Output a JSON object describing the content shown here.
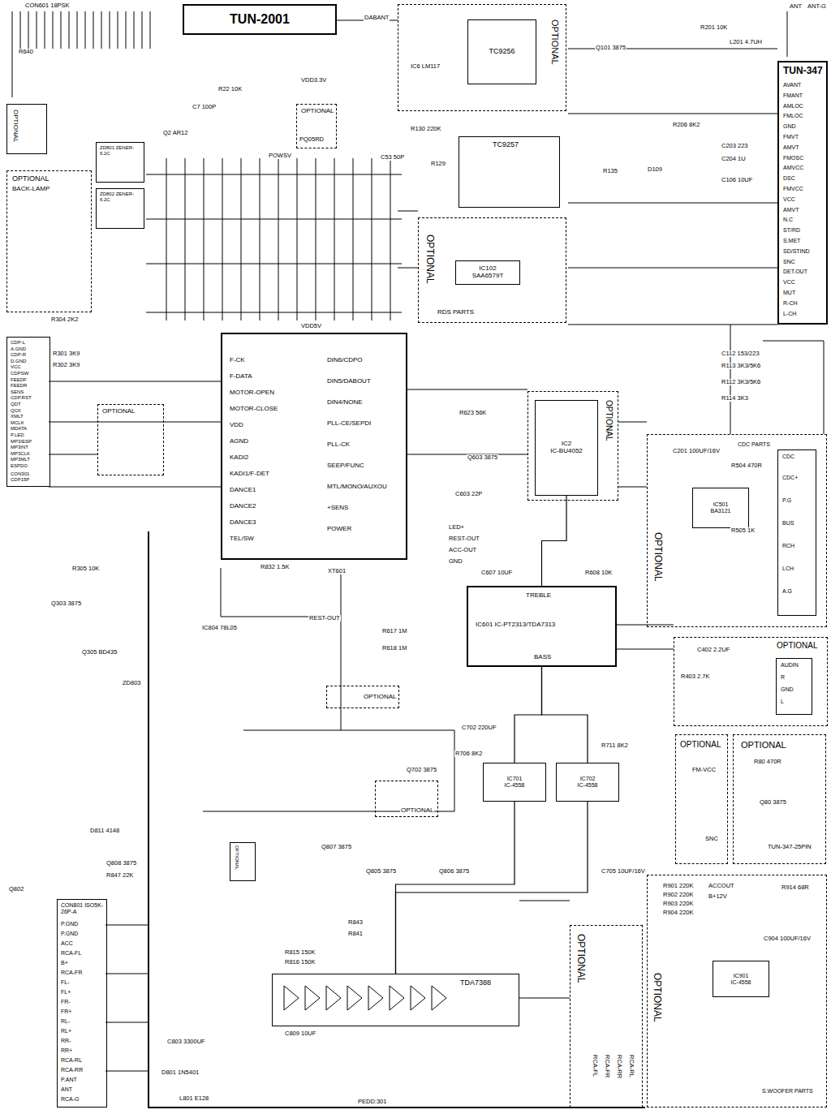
{
  "diagram": {
    "nodes": [
      {
        "text": [
          "TUN-2001"
        ]
      },
      {
        "text": [
          "OPTIONAL"
        ]
      },
      {
        "text": [
          "TC9256"
        ],
        "in": 1
      },
      {
        "text": [
          "TC9257"
        ]
      },
      {
        "text": [
          "TUN-347",
          "AVANT",
          "FMANT",
          "AMLOC",
          "FMLOC",
          "GND",
          "FMVT",
          "AMVT",
          "FMOSC",
          "AMVCC",
          "DSC",
          "FMVCC",
          "VCC",
          "AMVT",
          "N.C",
          "ST/RD",
          "S.MET",
          "SD/STIND",
          "SNC",
          "DET.OUT",
          "VCC",
          "MUT",
          "R-CH",
          "L-CH"
        ]
      },
      {
        "text": [
          "OPTIONAL",
          "RDS PARTS"
        ]
      },
      {
        "text": [
          "IC102",
          "SAA6579T"
        ],
        "in": 5
      },
      {
        "text": [
          "F-CK",
          "F-DATA",
          "MOTOR-OPEN",
          "MOTOR-CLOSE",
          "VDD",
          "AGND",
          "KADI2",
          "KADI1/F-DET",
          "DANCE1",
          "DANCE2",
          "DANCE3",
          "TEL/SW",
          "DIN6/CDPO",
          "DIN5/DABOUT",
          "DIN4/NONE",
          "PLL-CE/SEPDI",
          "PLL-CK",
          "SEEP/FUNC",
          "MTL/MONO/AUXOU",
          "+SENS",
          "POWER"
        ]
      },
      {
        "text": [
          "OPTIONAL"
        ]
      },
      {
        "text": [
          "IC2",
          "IC-BU4052"
        ],
        "in": 8
      },
      {
        "text": [
          "TREBLE",
          "IC601 IC-PT2313/TDA7313",
          "BASS"
        ]
      },
      {
        "text": [
          "IC701",
          "IC-4558"
        ]
      },
      {
        "text": [
          "IC702",
          "IC-4558"
        ]
      },
      {
        "text": [
          "CDC PARTS",
          "OPTIONAL"
        ]
      },
      {
        "text": [
          "IC501",
          "BA3121"
        ],
        "in": 13
      },
      {
        "text": [
          "CDC",
          "CDC+",
          "P.G",
          "BUS",
          "RCH",
          "LCH",
          "A.G"
        ],
        "in": 13
      },
      {
        "text": [
          "OPTIONAL"
        ]
      },
      {
        "text": [
          "AUDIN",
          "R",
          "GND",
          "L"
        ],
        "in": 16
      },
      {
        "text": [
          "OPTIONAL"
        ]
      },
      {
        "text": [
          "OPTIONAL"
        ]
      },
      {
        "text": [
          "OPTIONAL",
          "S.WOOFER PARTS"
        ]
      },
      {
        "text": [
          "IC901",
          "IC-4558"
        ],
        "in": 20
      },
      {
        "text": [
          "OPTIONAL"
        ]
      },
      {
        "text": [
          "CON801 ISO5K-26P-A",
          "P.GND",
          "P.GND",
          "ACC",
          "RCA-FL",
          "B+",
          "RCA-FR",
          "FL-",
          "FL+",
          "FR-",
          "FR+",
          "RL-",
          "RL+",
          "RR-",
          "RR+",
          "RCA-RL",
          "RCA-RR",
          "P.ANT",
          "ANT",
          "RCA-G"
        ]
      },
      {
        "text": [
          "TDA7388"
        ]
      },
      {
        "text": [
          "CDP-L",
          "A.GND",
          "CDP-R",
          "D.GND",
          "VCC",
          "CDPSW",
          "FEEDF",
          "FEEDR",
          "SENS",
          "CDP.RST",
          "QDT",
          "QCK",
          "XMLT",
          "MCLK",
          "MDATA",
          "P.LED",
          "MP3/ESP",
          "MP3INT",
          "MP3CLK",
          "MP3MLT",
          "ESPDO",
          "CON301 CDP15P"
        ]
      },
      {
        "text": [
          "OPTIONAL",
          "BACK-LAMP"
        ]
      },
      {
        "text": [
          "OPTIONAL"
        ]
      },
      {
        "text": [
          "ZD801 ZENER-6.2C"
        ]
      },
      {
        "text": [
          "ZD802 ZENER-6.2C"
        ]
      },
      {
        "text": [
          "OPTIONAL"
        ]
      },
      {
        "text": [
          "OPTIONAL"
        ]
      },
      {
        "text": [
          "OPTIONAL"
        ]
      },
      {
        "text": [
          "OPTIONAL"
        ]
      },
      {
        "text": [
          "OPTIONAL"
        ]
      }
    ],
    "edges": [
      {
        "from": 9,
        "to": 10,
        "arrow": "none"
      },
      {
        "from": 10,
        "to": 11,
        "arrow": "none"
      },
      {
        "from": 10,
        "to": 12,
        "arrow": "none"
      },
      {
        "from": 11,
        "to": 24,
        "arrow": "none"
      },
      {
        "from": 12,
        "to": 24,
        "arrow": "none"
      }
    ],
    "labels": [
      "CON601 18PSK",
      "R640",
      "DABANT",
      "ANT",
      "ANT-G",
      "L201 4.7UH",
      "R201 10K",
      "R206 8K2",
      "D109",
      "R135",
      "C106 10UF",
      "C203 223",
      "C204 1U",
      "Q101 3875",
      "C112 153/223",
      "R113 3K3/5K6",
      "R112 3K3/5K6",
      "R114 3K3",
      "R304 2K2",
      "R301 3K9",
      "R302 3K9",
      "R305 10K",
      "Q303 3875",
      "Q305 BD435",
      "ZD803",
      "IC804 78L05",
      "XT601",
      "R617 1M",
      "R618 1M",
      "REST-OUT",
      "LED+",
      "REST-OUT",
      "ACC-OUT",
      "GND",
      "C702 220UF",
      "R901 220K",
      "R902 220K",
      "R903 220K",
      "R904 220K",
      "ACCOUT",
      "B+12V",
      "R914 68R",
      "C904 100UF/16V",
      "L801 E128",
      "D801 1N5401",
      "C803 3300UF",
      "R815 150K",
      "R816 150K",
      "R843",
      "R841",
      "C809 10UF",
      "PEDD:301",
      "C201 100UF/16V",
      "R504 470R",
      "R505 1K",
      "C402 2.2UF",
      "R403 2.7K",
      "R80 470R",
      "Q80 3875",
      "FM-VCC",
      "SNC",
      "TUN-347-25PIN",
      "RCA-FL",
      "RCA-FR",
      "RCA-RR",
      "RCA-RL",
      "C705 10UF/16V",
      "R706 8K2",
      "R711 8K2",
      "Q702 3875",
      "Q805 3875",
      "Q806 3875",
      "VDD5V",
      "VDD3.3V",
      "POWSV",
      "C7 100P",
      "R22 10K",
      "Q2 AR12",
      "PQ05RD",
      "IC6 LM117",
      "R129",
      "R130 220K",
      "C53 50P",
      "R832 1.5K",
      "C603 22P",
      "Q603 3875",
      "R623 56K",
      "C607 10UF",
      "R608 10K",
      "Q807 3875",
      "D811 4148",
      "Q808 3875",
      "R847 22K",
      "Q802"
    ]
  }
}
